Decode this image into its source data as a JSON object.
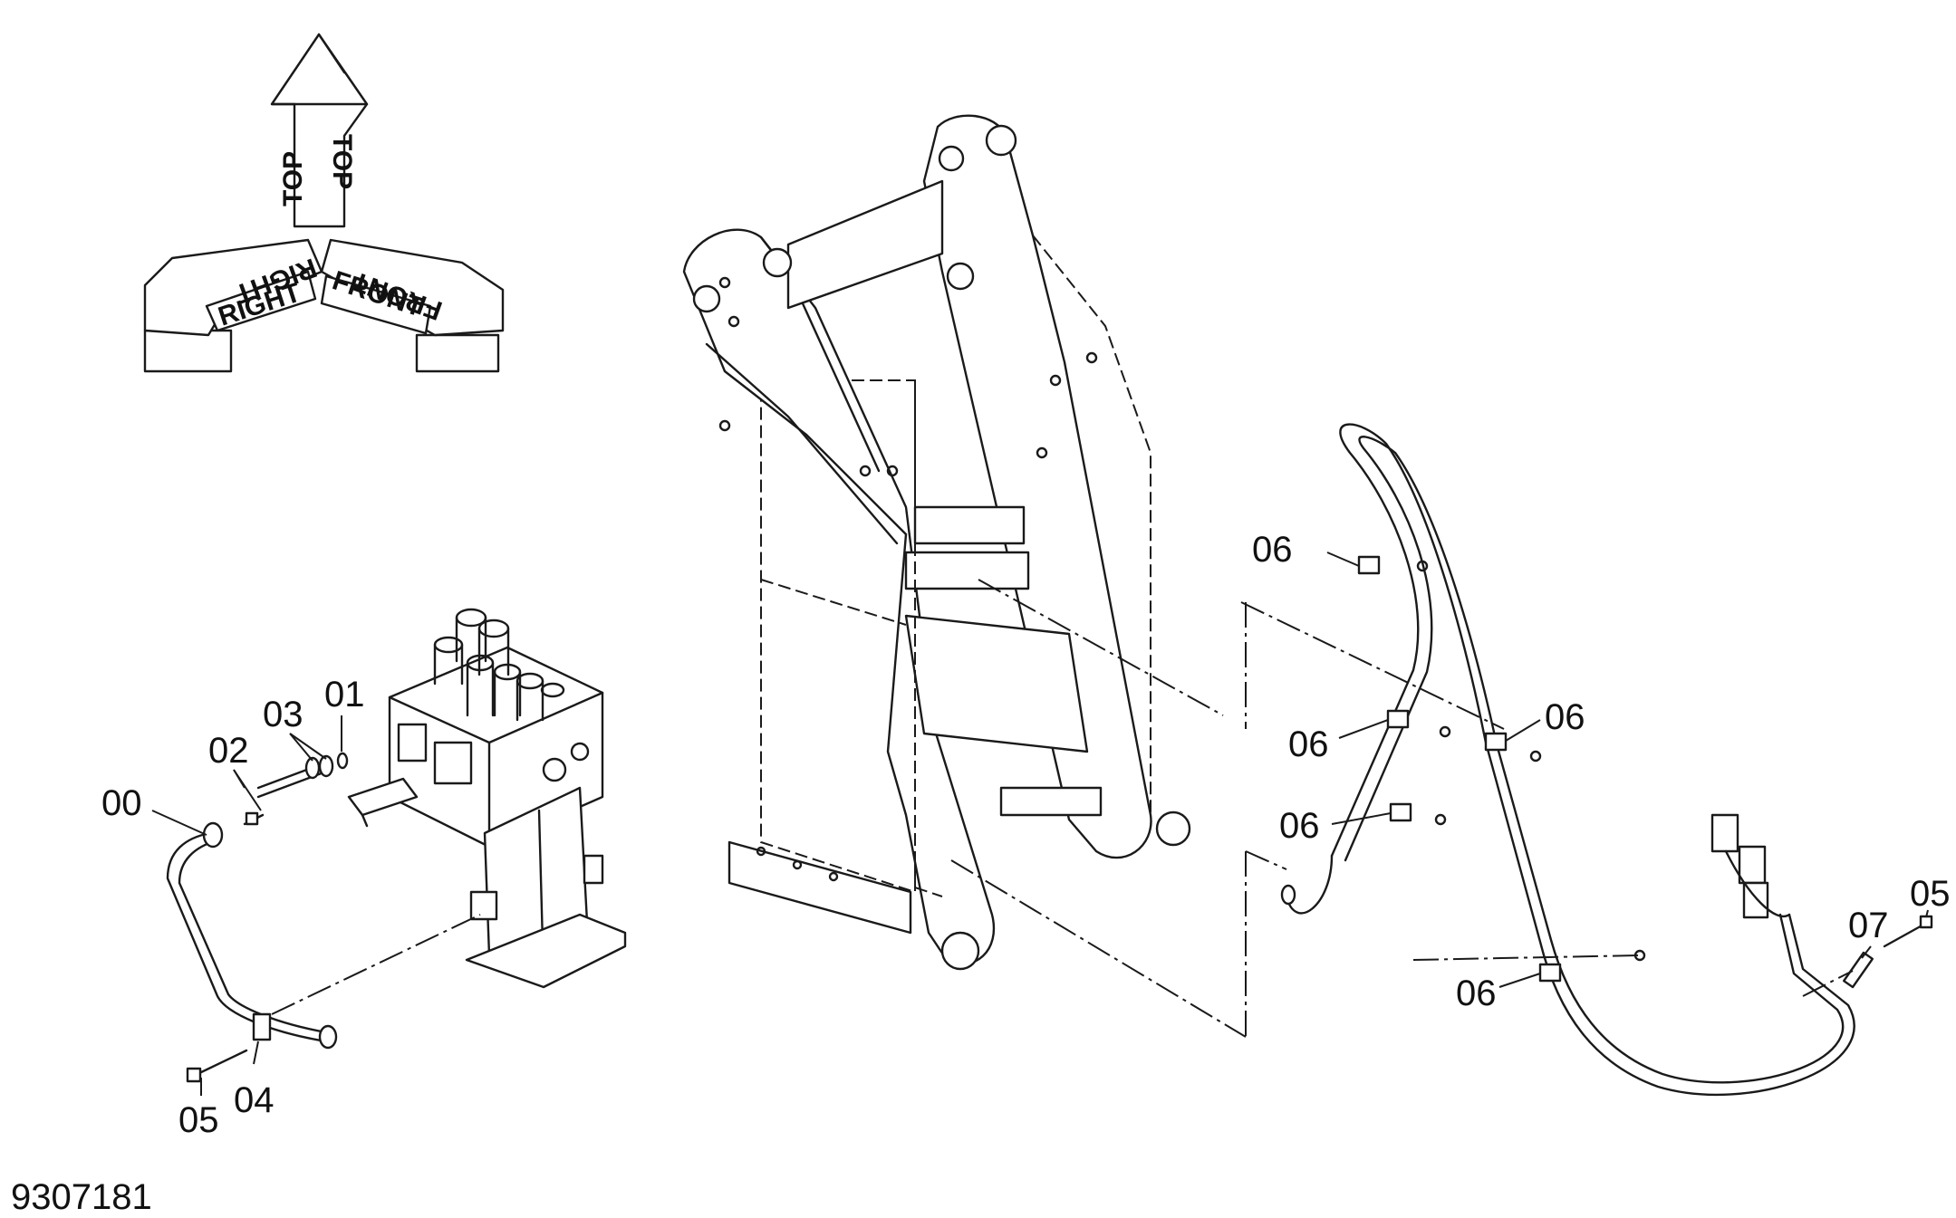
{
  "drawing_number": "9307181",
  "orientation": {
    "top": "TOP",
    "right": "RIGHT",
    "front": "FRONT"
  },
  "callouts": {
    "c00": "00",
    "c01": "01",
    "c02": "02",
    "c03": "03",
    "c04": "04",
    "c05_left": "05",
    "c05_right": "05",
    "c06_a": "06",
    "c06_b": "06",
    "c06_c": "06",
    "c06_d": "06",
    "c06_e": "06",
    "c07": "07"
  }
}
